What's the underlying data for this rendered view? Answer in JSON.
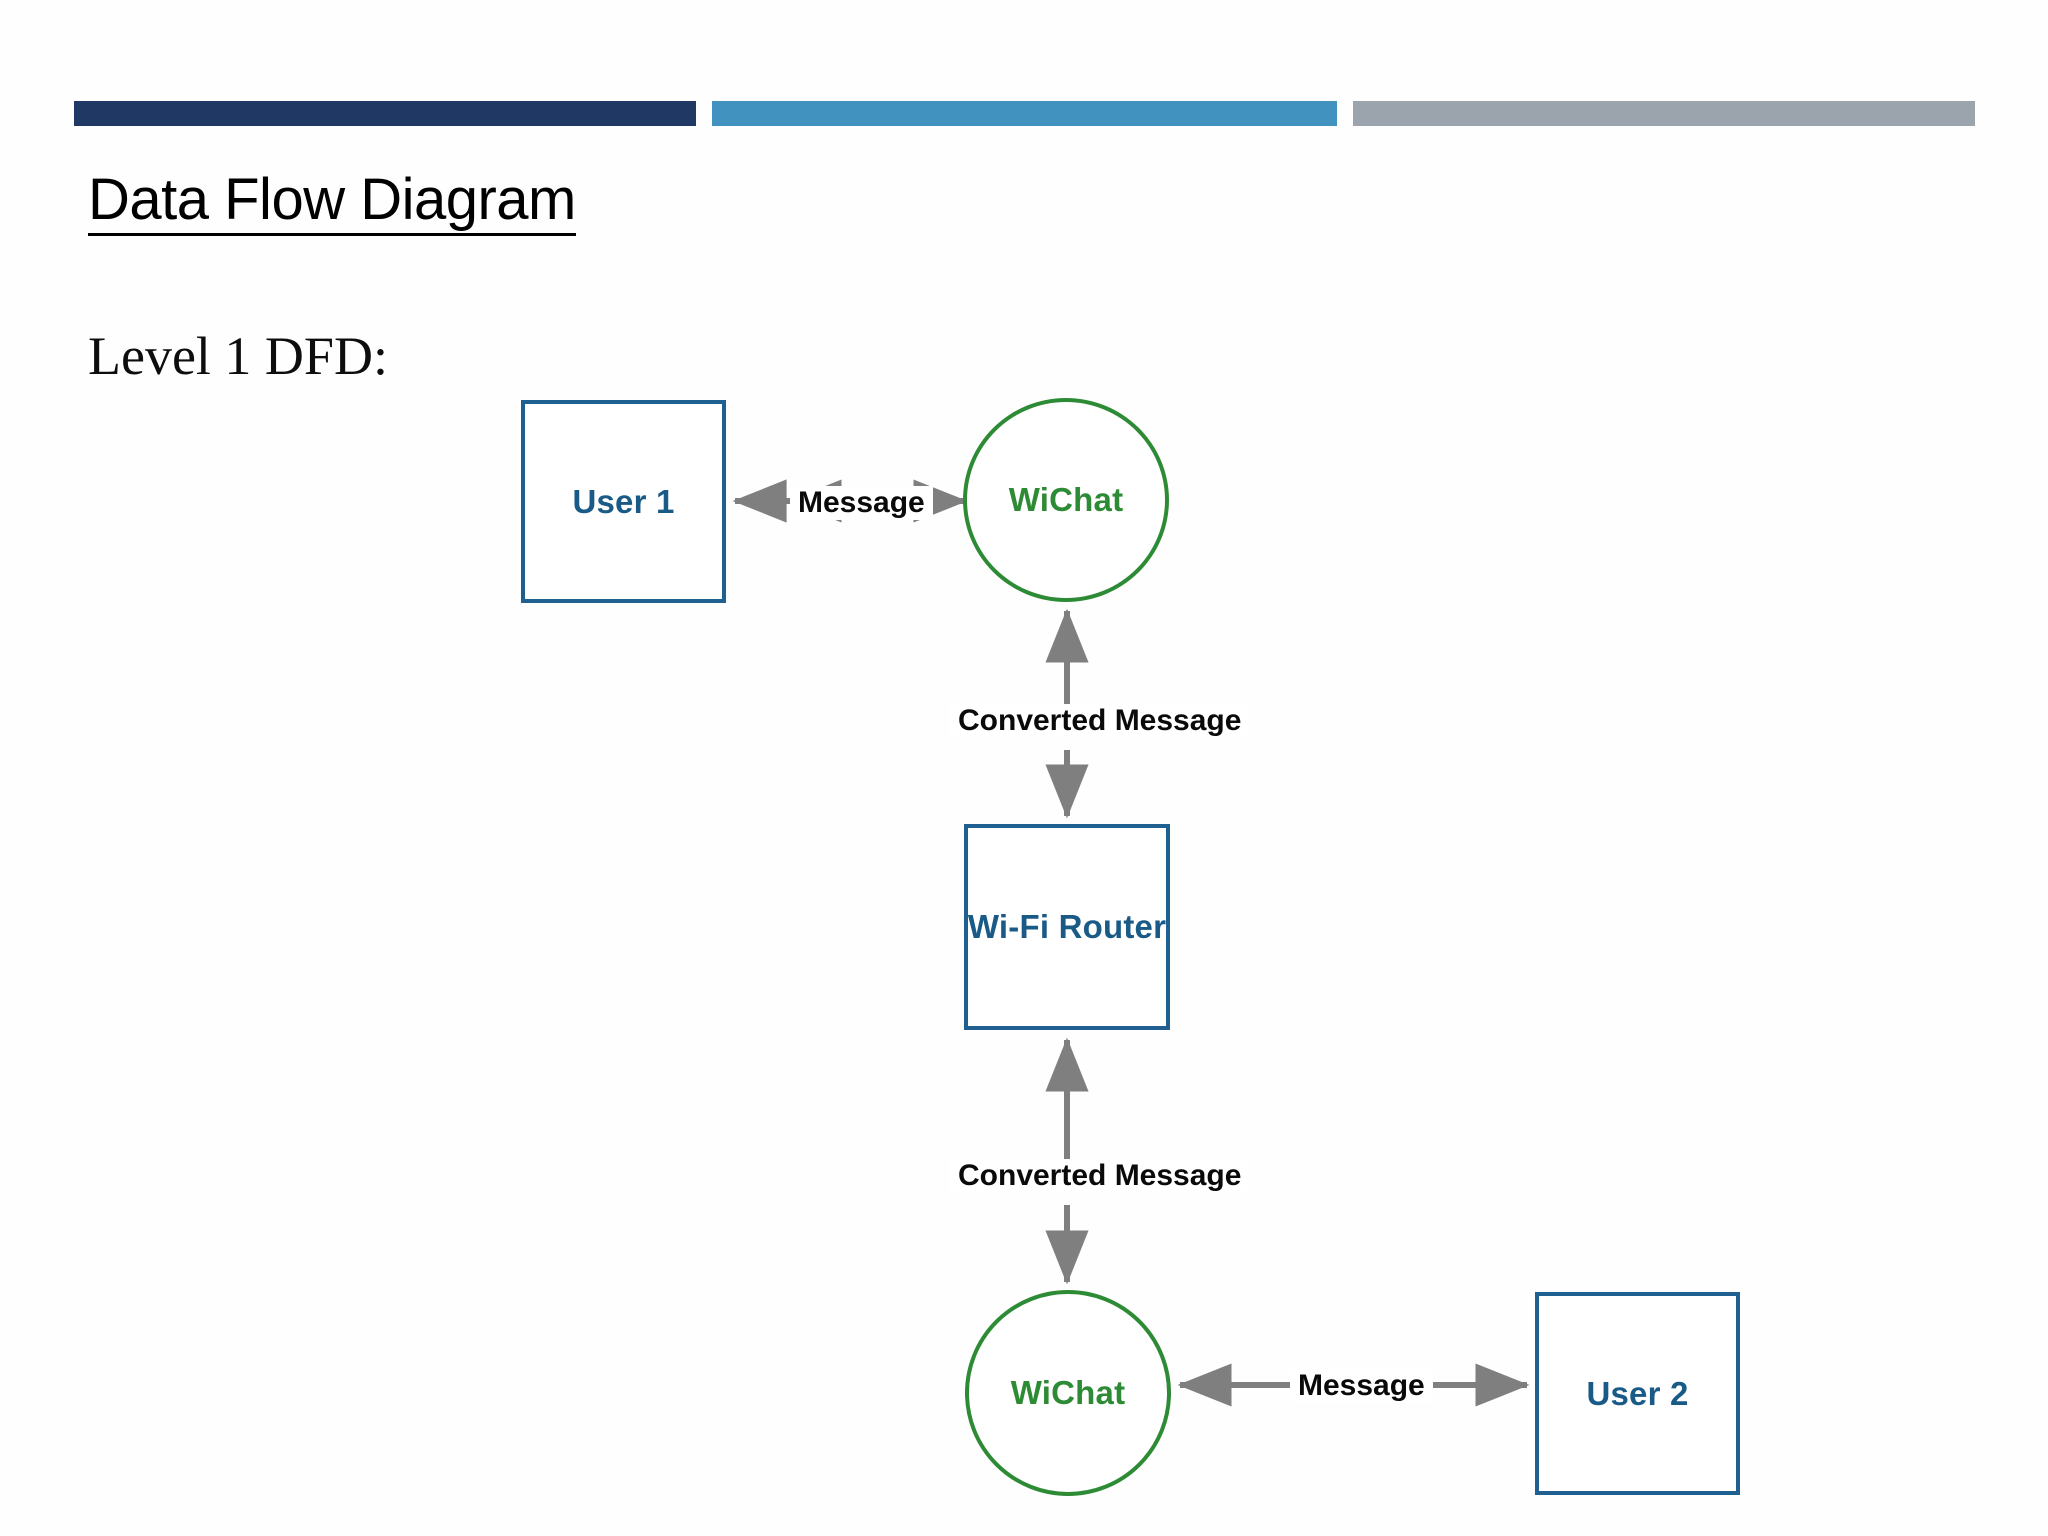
{
  "slide": {
    "title": "Data Flow Diagram",
    "subtitle": "Level 1 DFD:"
  },
  "header_bars": [
    {
      "name": "navy-bar",
      "color": "#1F3864"
    },
    {
      "name": "blue-bar",
      "color": "#4292C0"
    },
    {
      "name": "grey-bar",
      "color": "#9BA3AC"
    }
  ],
  "diagram": {
    "type": "data-flow-diagram",
    "level": "Level 1",
    "nodes": [
      {
        "id": "user1",
        "label": "User 1",
        "shape": "rectangle",
        "color": "#1A5A86",
        "border": "#1F6091"
      },
      {
        "id": "wichat_top",
        "label": "WiChat",
        "shape": "circle",
        "color": "#2E8B35",
        "border": "#2E8B35"
      },
      {
        "id": "wifi_router",
        "label": "Wi-Fi Router",
        "shape": "rectangle",
        "color": "#1A5A86",
        "border": "#1F6091"
      },
      {
        "id": "wichat_bot",
        "label": "WiChat",
        "shape": "circle",
        "color": "#2E8B35",
        "border": "#2E8B35"
      },
      {
        "id": "user2",
        "label": "User 2",
        "shape": "rectangle",
        "color": "#1A5A86",
        "border": "#1F6091"
      }
    ],
    "flows": [
      {
        "id": "flow1",
        "label": "Message",
        "from": "user1",
        "to": "wichat_top",
        "direction": "bidirectional",
        "orientation": "horizontal"
      },
      {
        "id": "flow2",
        "label": "Converted Message",
        "from": "wichat_top",
        "to": "wifi_router",
        "direction": "bidirectional",
        "orientation": "vertical"
      },
      {
        "id": "flow3",
        "label": "Converted Message",
        "from": "wifi_router",
        "to": "wichat_bot",
        "direction": "bidirectional",
        "orientation": "vertical"
      },
      {
        "id": "flow4",
        "label": "Message",
        "from": "wichat_bot",
        "to": "user2",
        "direction": "bidirectional",
        "orientation": "horizontal"
      }
    ],
    "arrow_color": "#7F7F7F"
  }
}
